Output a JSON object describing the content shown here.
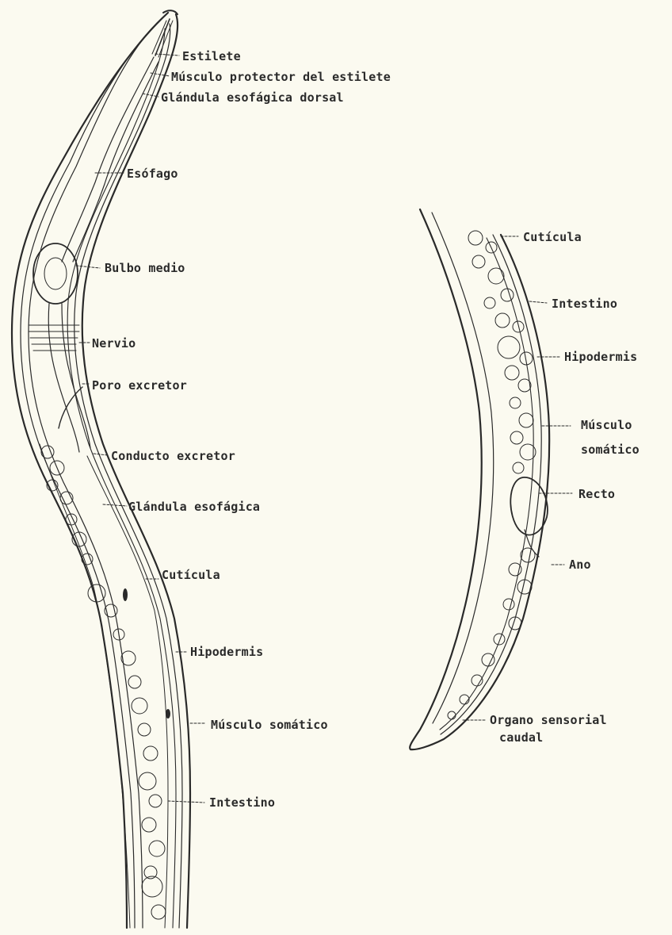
{
  "figure": {
    "colors": {
      "paper": "#fbfaf0",
      "ink": "#2a2a2a"
    },
    "anterior_labels": {
      "estilete": "Estilete",
      "musculo_protector": "Músculo protector del estilete",
      "glandula_dorsal": "Glándula esofágica dorsal",
      "esofago": "Esófago",
      "bulbo_medio": "Bulbo medio",
      "nervio": "Nervio",
      "poro_excretor": "Poro excretor",
      "conducto_excretor": "Conducto excretor",
      "glandula_esofagica": "Glándula esofágica",
      "cuticula": "Cutícula",
      "hipodermis": "Hipodermis",
      "musculo_somatico": "Músculo somático",
      "intestino": "Intestino"
    },
    "posterior_labels": {
      "cuticula": "Cutícula",
      "intestino": "Intestino",
      "hipodermis": "Hipodermis",
      "musculo_line1": "Músculo",
      "musculo_line2": "somático",
      "recto": "Recto",
      "ano": "Ano",
      "organo_line1": "Organo sensorial",
      "organo_line2": "caudal"
    }
  }
}
